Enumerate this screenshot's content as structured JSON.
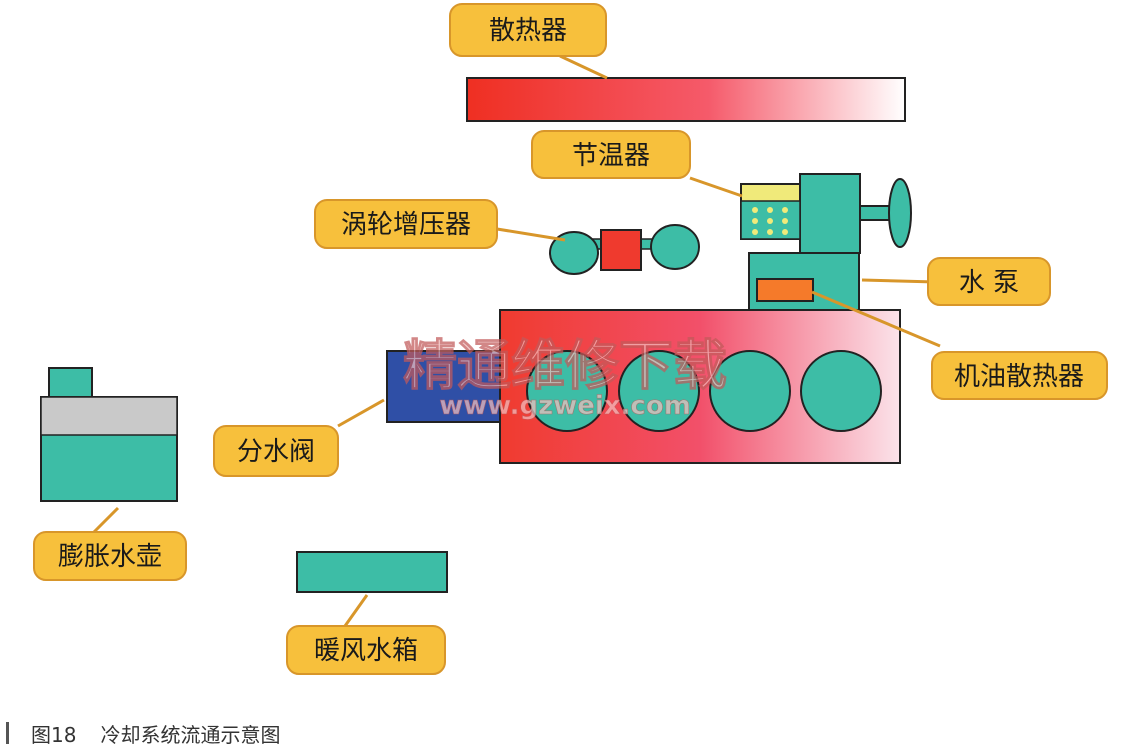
{
  "labels": {
    "radiator": "散热器",
    "thermostat": "节温器",
    "turbocharger": "涡轮增压器",
    "water_pump": "水 泵",
    "oil_cooler": "机油散热器",
    "diverter_valve": "分水阀",
    "expansion_tank": "膨胀水壶",
    "heater_core": "暖风水箱"
  },
  "watermark": {
    "title": "精通维修下载",
    "url": "www.gzweix.com"
  },
  "caption": {
    "figure_number": "图18",
    "title": "冷却系统流通示意图"
  },
  "colors": {
    "label_fill": "#f7c03c",
    "label_border": "#d8962a",
    "teal": "#3dbda6",
    "red": "#ef3a2e",
    "engine_red": "#f04a3c",
    "blue": "#2f4fa6",
    "orange": "#f57a2a",
    "yellow": "#f0ea7a",
    "gray": "#c9c9c9"
  }
}
